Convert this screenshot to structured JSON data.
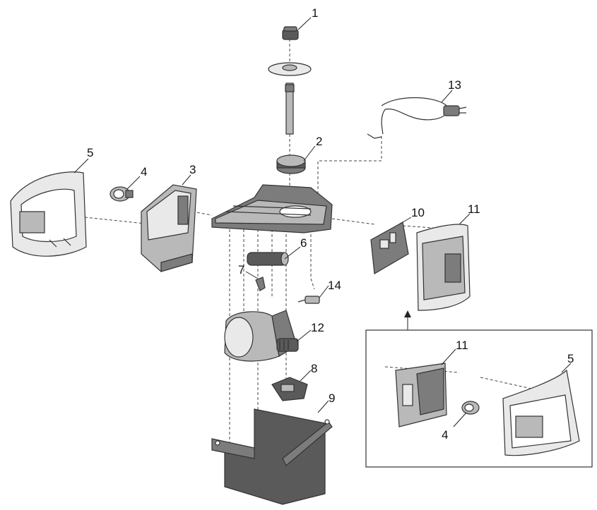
{
  "callouts": [
    "1",
    "2",
    "3",
    "4",
    "5",
    "6",
    "7",
    "8",
    "9",
    "10",
    "11",
    "12",
    "13",
    "14"
  ],
  "inset": {
    "callouts": [
      "11",
      "5",
      "4"
    ]
  }
}
